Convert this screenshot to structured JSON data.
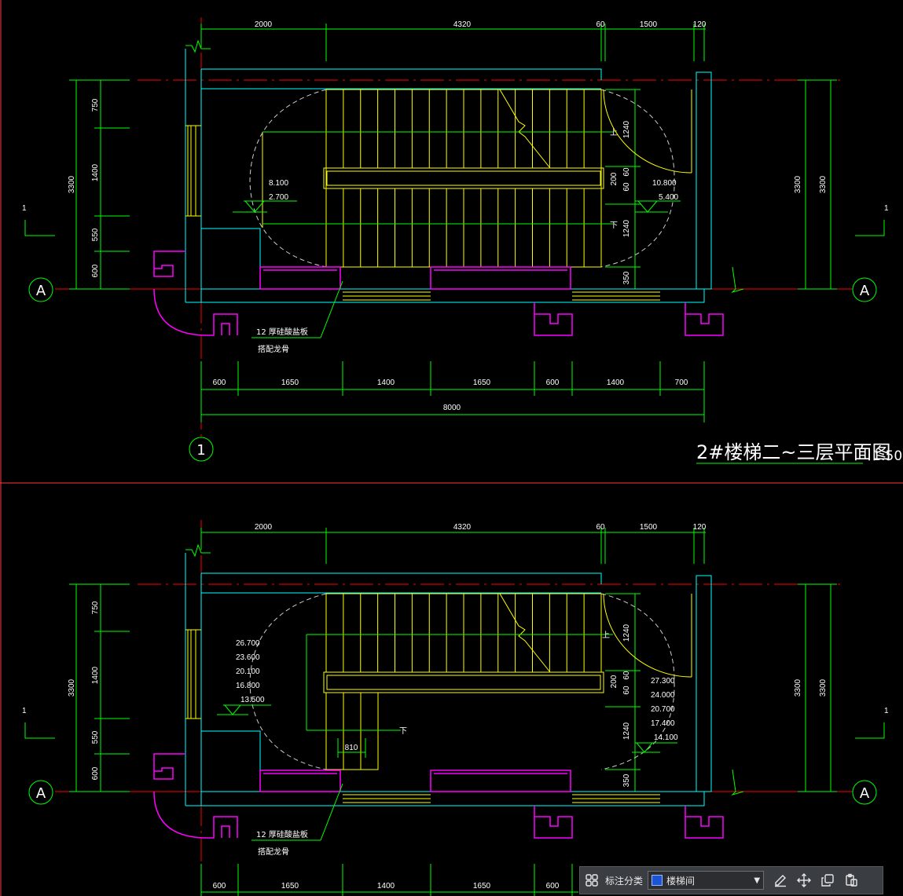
{
  "plan_upper": {
    "dims_top": [
      "2000",
      "4320",
      "60",
      "1500",
      "120"
    ],
    "dims_left": [
      "750",
      "1400",
      "550",
      "600"
    ],
    "dims_left_total": "3300",
    "dims_right_total_a": "3300",
    "dims_right_total_b": "3300",
    "dims_stair_right": [
      "1240",
      "200",
      "60",
      "60",
      "1240",
      "350"
    ],
    "dims_bottom": [
      "600",
      "1650",
      "1400",
      "1650",
      "600",
      "1400",
      "700"
    ],
    "dims_bottom_total": "8000",
    "elev_left": [
      "8.100",
      "2.700"
    ],
    "elev_right": [
      "10.800",
      "5.400"
    ],
    "dir_up": "上",
    "dir_down": "下",
    "note_line1": "12  厚硅酸盐板",
    "note_line2": "搭配龙骨",
    "grid_axis_a": "A",
    "grid_axis_1": "1",
    "section_mark": "1",
    "title": "2#楼梯二~三层平面图",
    "scale": "1:50"
  },
  "plan_lower": {
    "dims_top": [
      "2000",
      "4320",
      "60",
      "1500",
      "120"
    ],
    "dims_left": [
      "750",
      "1400",
      "550",
      "600"
    ],
    "dims_left_total": "3300",
    "dims_right_total_a": "3300",
    "dims_right_total_b": "3300",
    "dims_stair_right": [
      "1240",
      "200",
      "60",
      "60",
      "1240",
      "350"
    ],
    "dims_bottom_partial": [
      "600",
      "1650",
      "1400",
      "1650",
      "600"
    ],
    "elev_left": [
      "26.700",
      "23.600",
      "20.100",
      "16.800",
      "13.500"
    ],
    "elev_right": [
      "27.300",
      "24.000",
      "20.700",
      "17.400",
      "14.100"
    ],
    "dim_landing": "810",
    "dir_up": "上",
    "dir_down": "下",
    "note_line1": "12  厚硅酸盐板",
    "note_line2": "搭配龙骨",
    "grid_axis_a": "A",
    "section_mark": "1"
  },
  "toolbar": {
    "label": "标注分类",
    "selected": "楼梯间",
    "swatch_color": "#1a55d6",
    "icons": [
      "grid-icon",
      "edit-icon",
      "move-icon",
      "copy-icon",
      "paste-icon"
    ]
  },
  "colors": {
    "green": "#00ff00",
    "yellow": "#ffff00",
    "cyan": "#00ffff",
    "red": "#ff0000",
    "magenta": "#ff00ff",
    "white": "#ffffff"
  }
}
